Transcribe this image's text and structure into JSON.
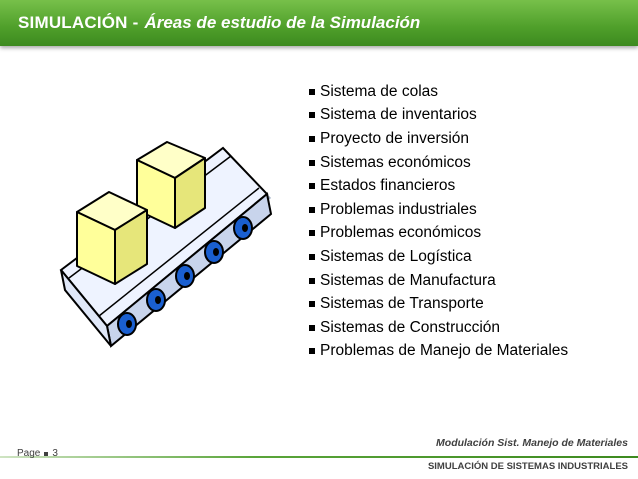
{
  "header": {
    "title_prefix": "SIMULACIÓN -",
    "title_main": "Áreas de estudio de la Simulación",
    "bar_color": "#5aa832"
  },
  "illustration": {
    "icon": "conveyor-belt-boxes-icon",
    "box_color": "#ffffa0",
    "belt_color": "#e8f0ff",
    "roller_color": "#1a5fd0"
  },
  "areas": [
    "Sistema de colas",
    "Sistema de inventarios",
    "Proyecto de inversión",
    "Sistemas económicos",
    "Estados financieros",
    "Problemas industriales",
    "Problemas económicos",
    "Sistemas de Logística",
    "Sistemas de Manufactura",
    "Sistemas de Transporte",
    "Sistemas de Construcción",
    "Problemas de Manejo de Materiales"
  ],
  "footer": {
    "page_label": "Page",
    "page_number": "3",
    "course_title": "Modulación Sist. Manejo de Materiales",
    "subject": "SIMULACIÓN DE SISTEMAS INDUSTRIALES"
  }
}
